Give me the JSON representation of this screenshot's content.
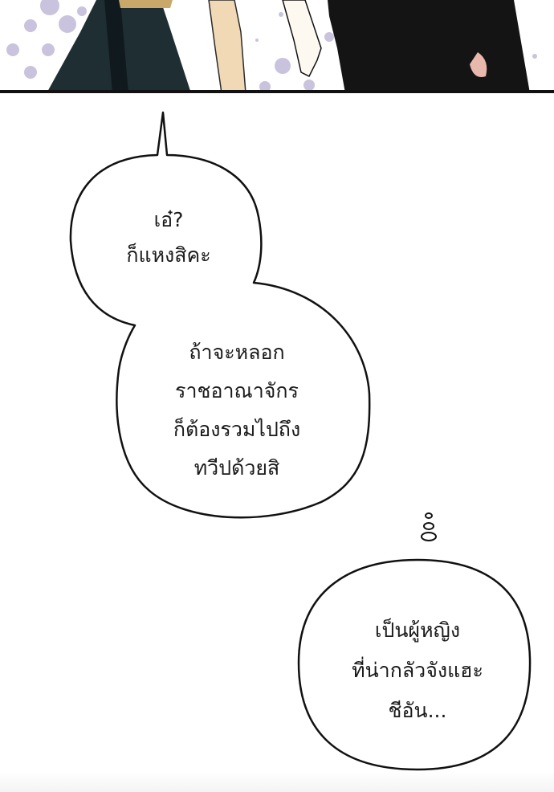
{
  "panel": {
    "description": "comic art panel: characters in dark dress and long black hair against lavender polka-dot background",
    "colors": {
      "background": "#ffffff",
      "dots": "#c9c3dd",
      "dress": "#1e2e33",
      "skin": "#f1d9b5",
      "hair": "#141414",
      "border": "#111111"
    }
  },
  "bubbles": [
    {
      "id": "bubble-1",
      "lines": [
        "เอ๋?",
        "ก็แหงสิคะ"
      ]
    },
    {
      "id": "bubble-2",
      "lines": [
        "ถ้าจะหลอก",
        "ราชอาณาจักร",
        "ก็ต้องรวมไปถึง",
        "ทวีปด้วยสิ"
      ]
    },
    {
      "id": "bubble-3",
      "lines": [
        "เป็นผู้หญิง",
        "ที่น่ากลัวจังแฮะ",
        "ชีอัน..."
      ]
    }
  ]
}
